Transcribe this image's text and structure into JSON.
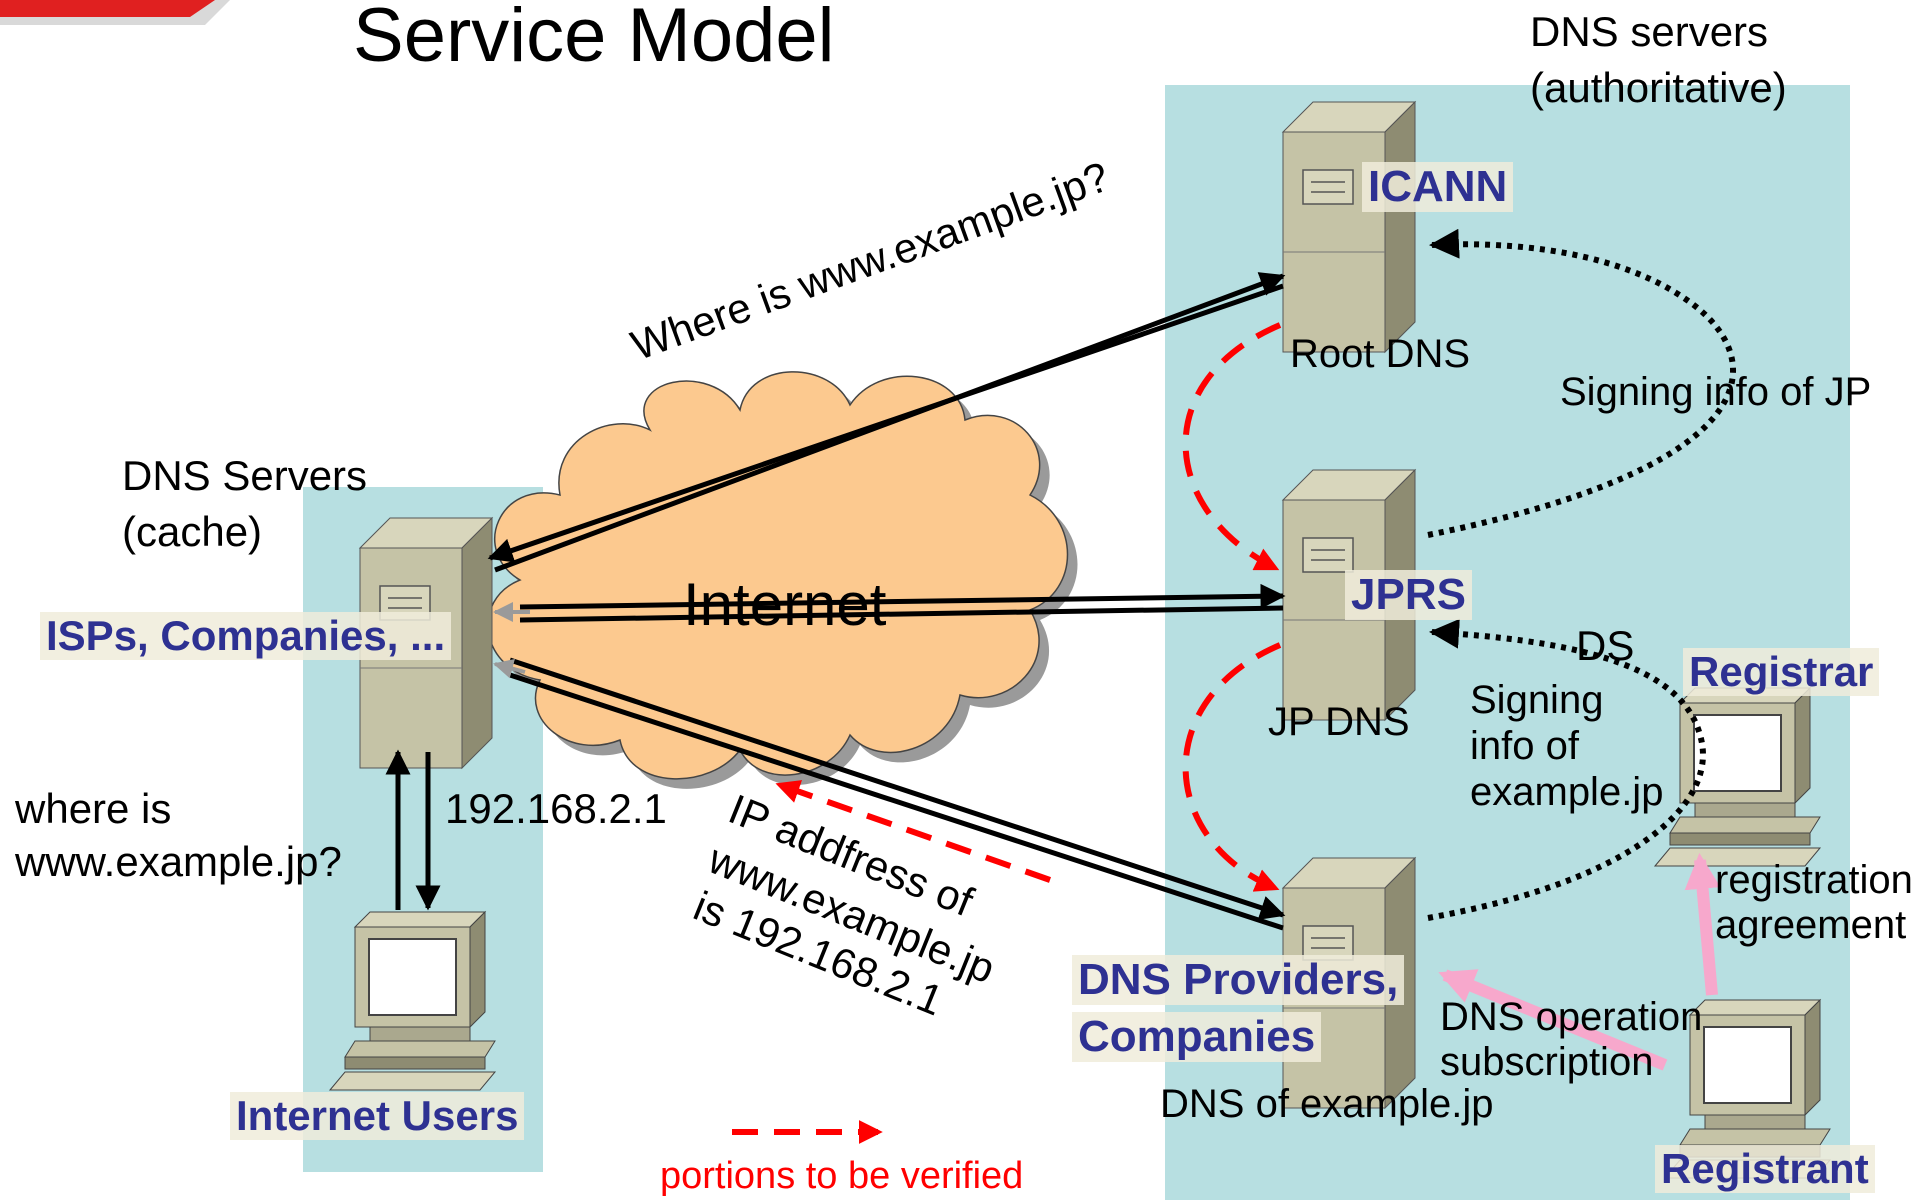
{
  "title": "Service Model",
  "cache_panel": {
    "heading_line1": "DNS Servers",
    "heading_line2": "(cache)",
    "operator": "ISPs, Companies, ...",
    "users": "Internet Users"
  },
  "auth_panel": {
    "heading_line1": "DNS servers",
    "heading_line2": "(authoritative)"
  },
  "servers": {
    "root_owner": "ICANN",
    "root_name": "Root DNS",
    "jp_owner": "JPRS",
    "jp_name": "JP DNS",
    "example_owner_line1": "DNS Providers,",
    "example_owner_line2": "Companies",
    "example_name": "DNS of example.jp"
  },
  "cloud_label": "Internet",
  "query_label": "Where is www.example.jp?",
  "user_query_line1": "where is",
  "user_query_line2": "www.example.jp?",
  "answer_ip": "192.168.2.1",
  "answer_line1": "IP addfress of",
  "answer_line2": "www.example.jp",
  "answer_line3": "is 192.168.2.1",
  "signing_jp": "Signing info of JP",
  "ds_label": "DS",
  "signing_example_line1": "Signing",
  "signing_example_line2": "info of",
  "signing_example_line3": "example.jp",
  "registrar": "Registrar",
  "registrant": "Registrant",
  "registration_line1": "registration",
  "registration_line2": "agreement",
  "dns_op_line1": "DNS operation",
  "dns_op_line2": "subscription",
  "legend_label": "portions to be verified",
  "colors": {
    "panel": "#b7dfe1",
    "cloud": "#fcc98f",
    "label_blue": "#2e3192",
    "verify_red": "#ff0000",
    "pink": "#f7a8cc"
  }
}
